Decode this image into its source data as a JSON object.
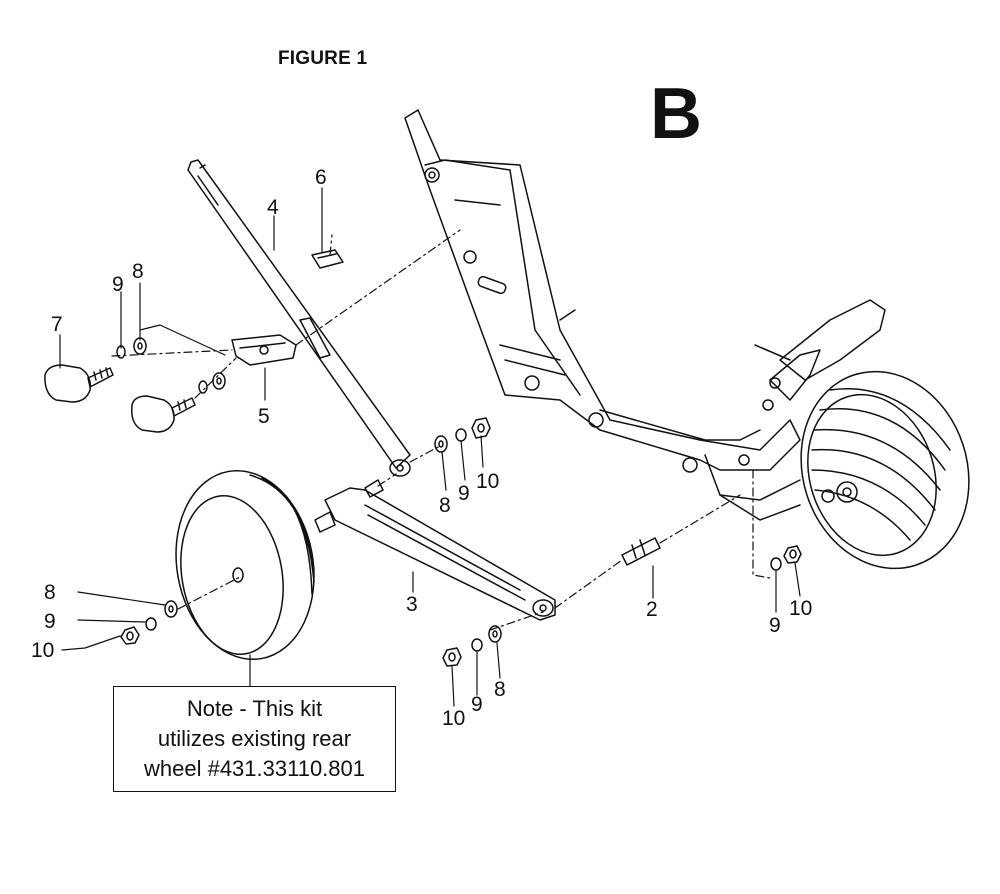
{
  "figure_title": "FIGURE 1",
  "section_letter": "B",
  "callouts": {
    "c2": "2",
    "c3": "3",
    "c4": "4",
    "c5": "5",
    "c6": "6",
    "c7": "7",
    "c8_top": "8",
    "c9_top": "9",
    "c8_mid": "8",
    "c9_mid": "9",
    "c10_mid": "10",
    "c8_wheel": "8",
    "c9_wheel": "9",
    "c10_wheel": "10",
    "c9_right": "9",
    "c10_right": "10",
    "c10_bottom": "10",
    "c9_bottom": "9",
    "c8_bottom": "8"
  },
  "note": {
    "line1": "Note - This kit",
    "line2": "utilizes existing rear",
    "line3": "wheel  #431.33110.801"
  }
}
